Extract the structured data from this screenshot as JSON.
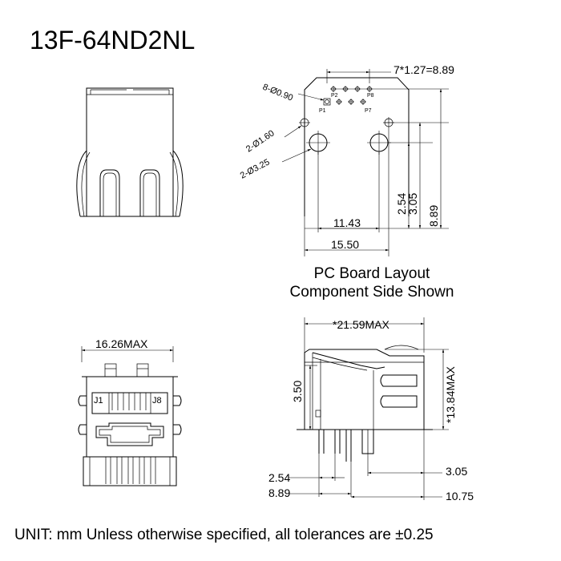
{
  "title": "13F-64ND2NL",
  "footer": "UNIT: mm Unless otherwise specified, all tolerances are ±0.25",
  "pcb_layout": {
    "caption_line1": "PC Board Layout",
    "caption_line2": "Component Side Shown",
    "dims": {
      "pitch": "7*1.27=8.89",
      "pin_hole": "8-Ø0.90",
      "small_hole": "2-Ø1.60",
      "large_hole": "2-Ø3.25",
      "d_2_54": "2.54",
      "d_3_05": "3.05",
      "d_8_89": "8.89",
      "d_11_43": "11.43",
      "d_15_50": "15.50"
    },
    "pin_labels": {
      "p1": "P1",
      "p2": "P2",
      "p7": "P7",
      "p8": "P8"
    }
  },
  "front_view": {
    "width": "16.26MAX",
    "jack_left": "J1",
    "jack_right": "J8"
  },
  "side_view": {
    "length": "*21.59MAX",
    "height": "*13.84MAX",
    "d_3_50": "3.50",
    "d_2_54": "2.54",
    "d_8_89": "8.89",
    "d_3_05": "3.05",
    "d_10_75": "10.75"
  }
}
